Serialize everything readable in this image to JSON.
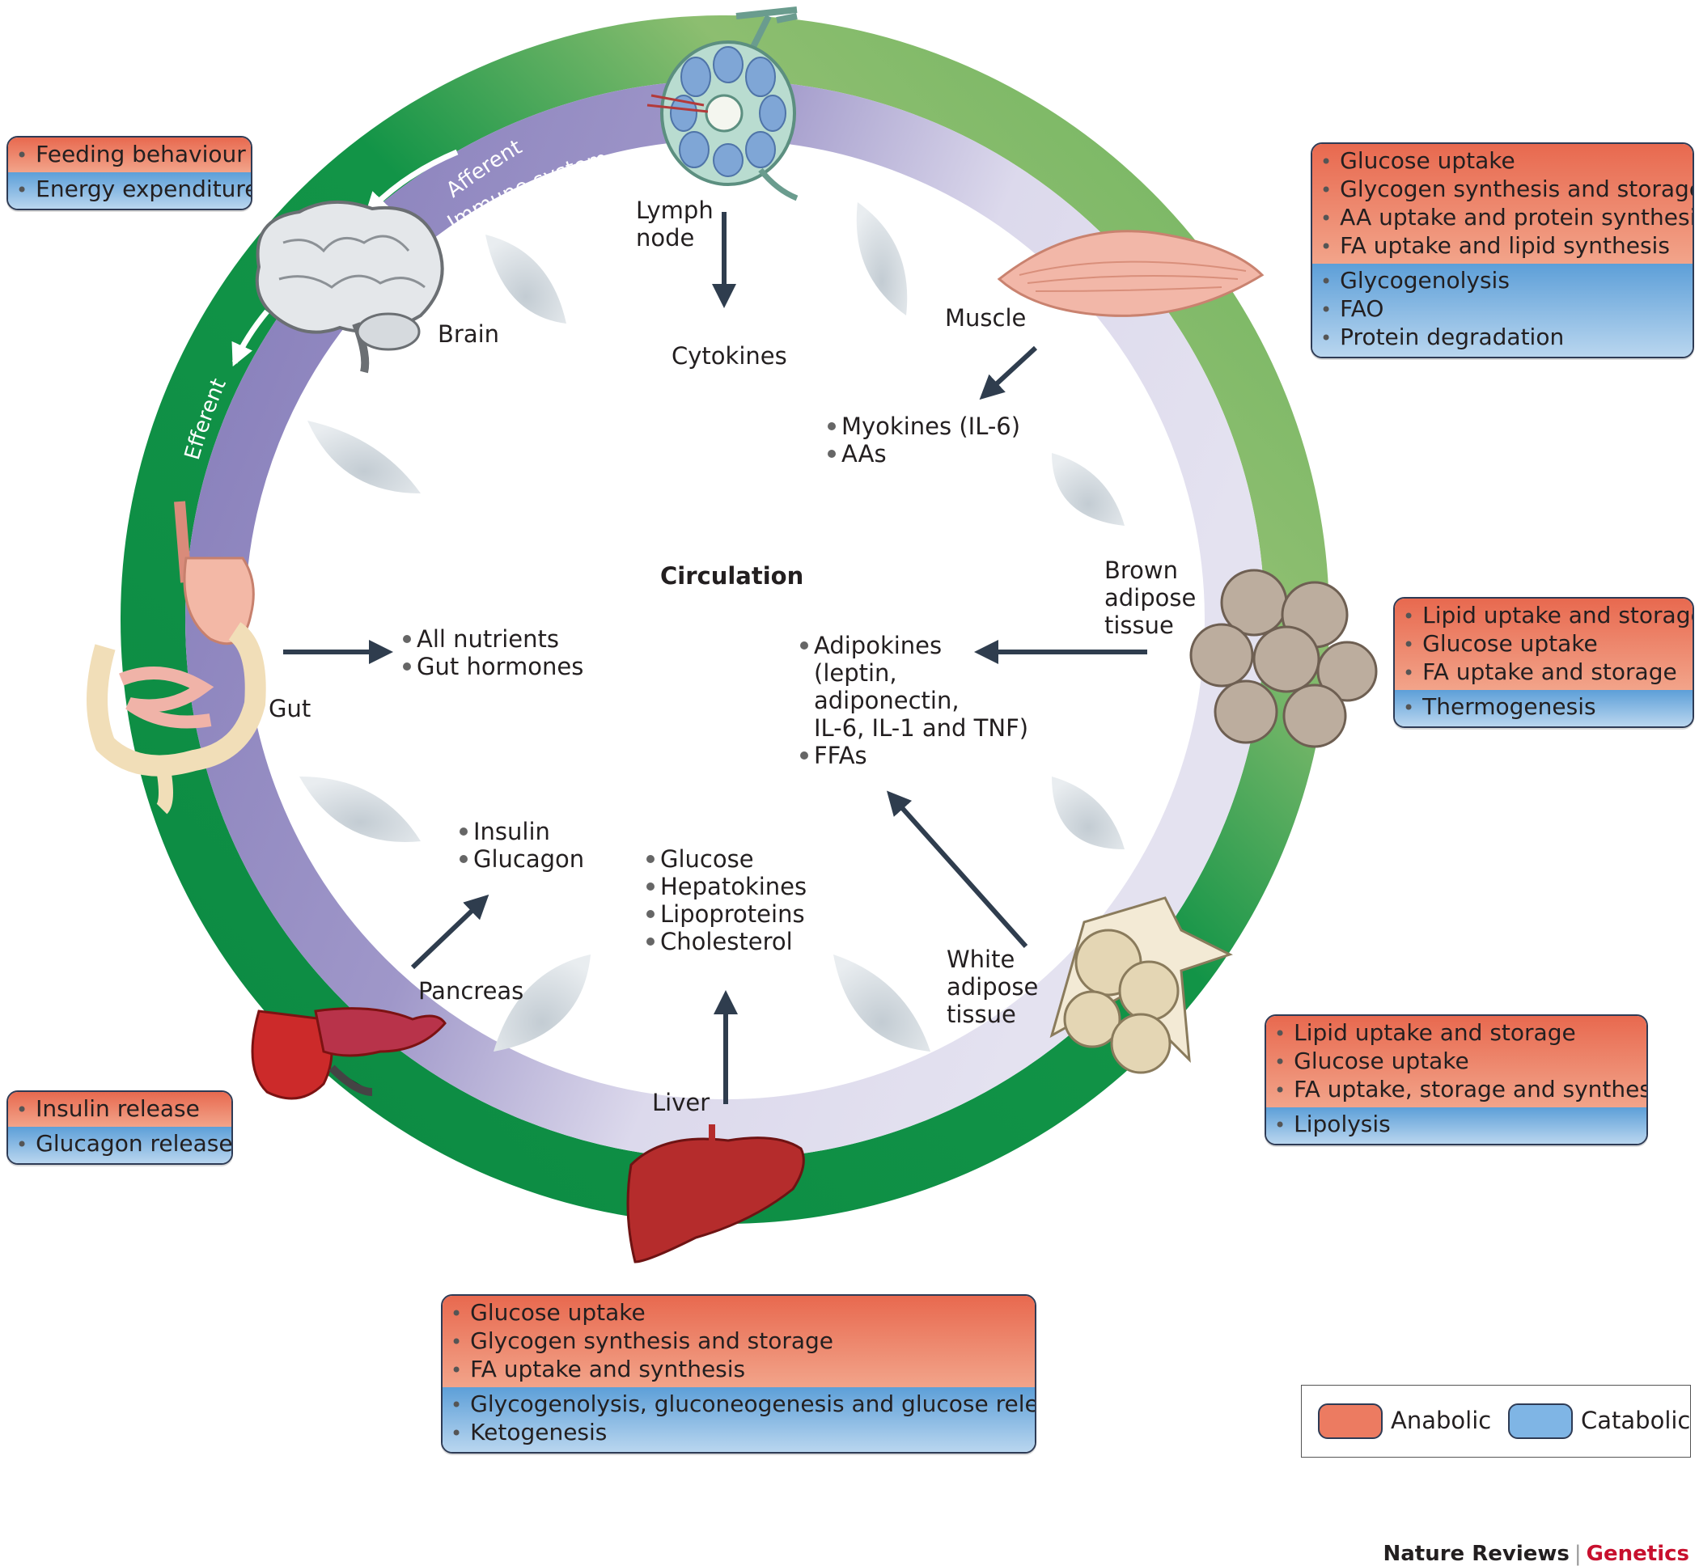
{
  "circle": {
    "center_label": "Circulation",
    "afferent": "Afferent",
    "efferent": "Efferent",
    "immune": "Immune system"
  },
  "organs": {
    "lymph": "Lymph node",
    "brain": "Brain",
    "muscle": "Muscle",
    "gut": "Gut",
    "brown": "Brown adipose tissue",
    "white": "White adipose tissue",
    "pancreas": "Pancreas",
    "liver": "Liver"
  },
  "secreted": {
    "lymph": [
      "Cytokines"
    ],
    "muscle": [
      "Myokines (IL-6)",
      "AAs"
    ],
    "gut": [
      "All nutrients",
      "Gut hormones"
    ],
    "adipose": [
      "Adipokines (leptin, adiponectin, IL-6, IL-1 and TNF)",
      "FFAs"
    ],
    "pancreas": [
      "Insulin",
      "Glucagon"
    ],
    "liver": [
      "Glucose",
      "Hepatokines",
      "Lipoproteins",
      "Cholesterol"
    ]
  },
  "boxes": {
    "brain": {
      "anabolic": [
        "Feeding behaviour"
      ],
      "catabolic": [
        "Energy expenditure"
      ]
    },
    "muscle": {
      "anabolic": [
        "Glucose uptake",
        "Glycogen synthesis and storage",
        "AA uptake and protein synthesis",
        "FA uptake and lipid synthesis"
      ],
      "catabolic": [
        "Glycogenolysis",
        "FAO",
        "Protein degradation"
      ]
    },
    "brown": {
      "anabolic": [
        "Lipid uptake and storage",
        "Glucose uptake",
        "FA uptake and storage"
      ],
      "catabolic": [
        "Thermogenesis"
      ]
    },
    "white": {
      "anabolic": [
        "Lipid uptake and storage",
        "Glucose uptake",
        "FA uptake, storage and synthesis"
      ],
      "catabolic": [
        "Lipolysis"
      ]
    },
    "pancreas": {
      "anabolic": [
        "Insulin release"
      ],
      "catabolic": [
        "Glucagon release"
      ]
    },
    "liver": {
      "anabolic": [
        "Glucose uptake",
        "Glycogen synthesis and storage",
        "FA uptake and synthesis"
      ],
      "catabolic": [
        "Glycogenolysis, gluconeogenesis and glucose release",
        "Ketogenesis"
      ]
    }
  },
  "legend": {
    "anabolic": "Anabolic",
    "catabolic": "Catabolic"
  },
  "credit": {
    "journal": "Nature Reviews",
    "section": "Genetics"
  },
  "colors": {
    "anabolic": "#ec7b61",
    "catabolic": "#7fb5e5",
    "nerve_ring": "#1a8b45",
    "immune_ring": "#8c84bd",
    "arrow": "#2f3d4e"
  }
}
